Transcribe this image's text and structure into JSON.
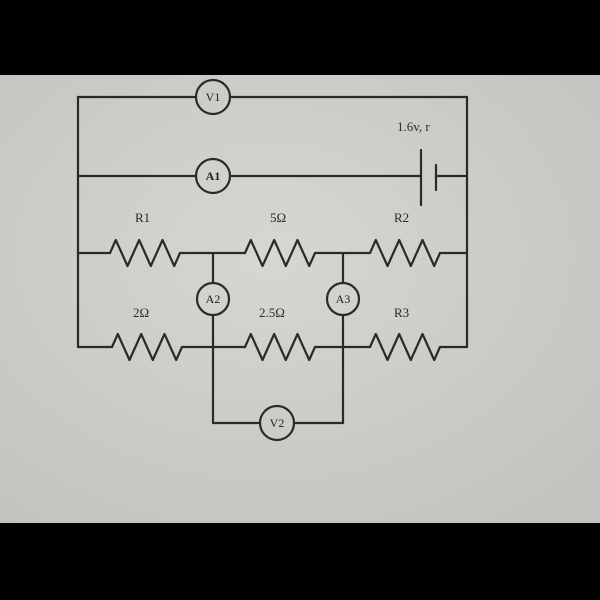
{
  "diagram": {
    "type": "circuit",
    "battery": {
      "label": "1.6v, r"
    },
    "meters": {
      "v1": "V1",
      "a1": "A1",
      "a2": "A2",
      "a3": "A3",
      "v2": "V2"
    },
    "resistors": {
      "r1": "R1",
      "mid_top": "5Ω",
      "r2": "R2",
      "left_bottom": "2Ω",
      "mid_bottom": "2.5Ω",
      "r3": "R3"
    }
  },
  "colors": {
    "paper": "#cfcfcb",
    "ink": "#2a2a2a",
    "frame": "#000000"
  }
}
